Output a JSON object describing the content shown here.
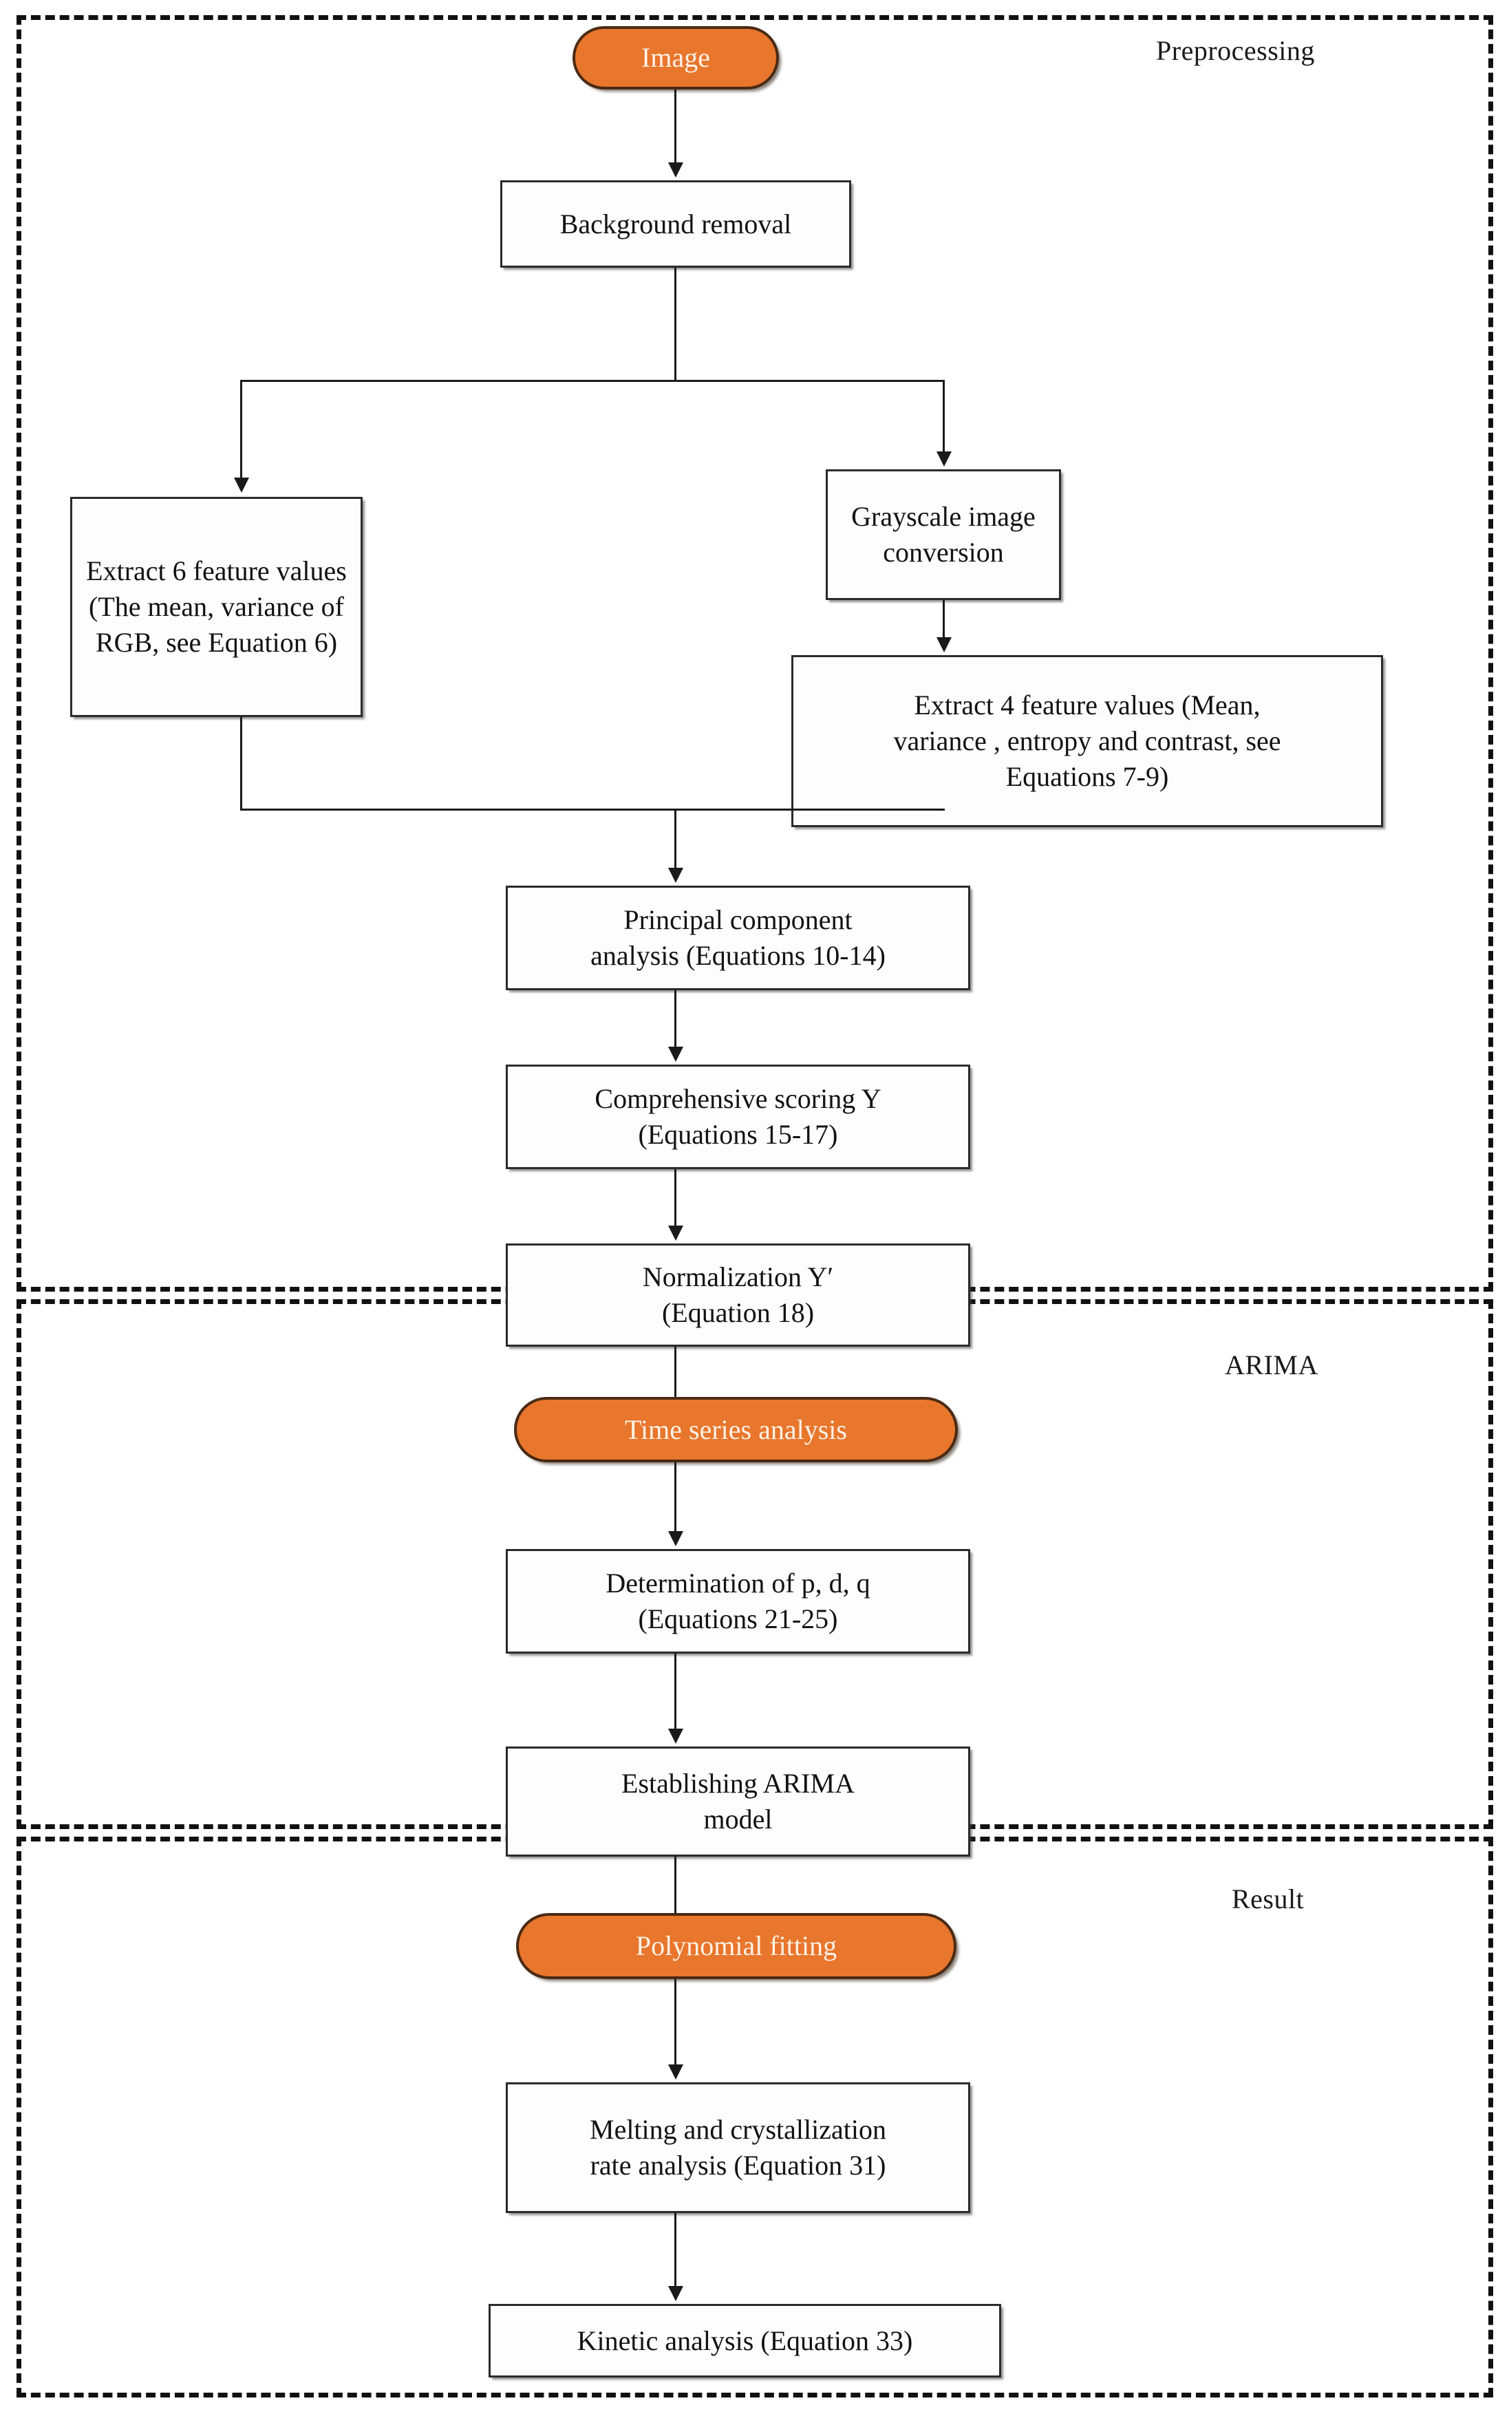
{
  "diagram": {
    "title": "Image analysis and ARIMA modeling workflow",
    "accent_color": "#E8762C",
    "line_color": "#1a1a1a",
    "box_fill": "#fdfdfd"
  },
  "sections": [
    {
      "id": "preprocessing",
      "label": "Preprocessing"
    },
    {
      "id": "arima",
      "label": "ARIMA"
    },
    {
      "id": "result",
      "label": "Result"
    }
  ],
  "nodes": {
    "image": {
      "label": "Image",
      "shape": "terminator"
    },
    "background_removal": {
      "label": "Background removal",
      "shape": "process"
    },
    "grayscale_conversion": {
      "label": "Grayscale image conversion",
      "shape": "process"
    },
    "extract6": {
      "label": "Extract 6 feature values (The mean, variance of RGB, see Equation 6)",
      "shape": "process"
    },
    "extract4": {
      "label": "Extract 4 feature values (Mean, variance , entropy and contrast, see Equations 7-9)",
      "shape": "process"
    },
    "pca": {
      "label": "Principal component analysis (Equations 10-14)",
      "shape": "process"
    },
    "comprehensive_scoring": {
      "label": "Comprehensive scoring Y (Equations 15-17)",
      "shape": "process"
    },
    "normalization": {
      "label": "Normalization Y′ (Equation 18)",
      "shape": "process"
    },
    "time_series": {
      "label": "Time series analysis",
      "shape": "terminator"
    },
    "determination_pdq": {
      "label": "Determination of p, d, q (Equations 21-25)",
      "shape": "process"
    },
    "establishing_arima": {
      "label": "Establishing ARIMA model",
      "shape": "process"
    },
    "polynomial_fitting": {
      "label": "Polynomial fitting",
      "shape": "terminator"
    },
    "melting_rate": {
      "label": "Melting and crystallization rate analysis (Equation 31)",
      "shape": "process"
    },
    "kinetic": {
      "label": "Kinetic analysis (Equation 33)",
      "shape": "process"
    }
  },
  "node_lines": {
    "image": [
      "Image"
    ],
    "background_removal": [
      "Background removal"
    ],
    "grayscale_conversion": [
      "Grayscale image",
      "conversion"
    ],
    "extract6": [
      "Extract 6 feature values",
      "(The mean, variance of",
      "RGB, see Equation 6)"
    ],
    "extract4": [
      "Extract 4 feature values (Mean,",
      "variance , entropy and contrast, see",
      "Equations 7-9)"
    ],
    "pca": [
      "Principal component",
      "analysis (Equations 10-14)"
    ],
    "comprehensive_scoring": [
      "Comprehensive scoring Y",
      "(Equations 15-17)"
    ],
    "normalization": [
      "Normalization Y′",
      "(Equation 18)"
    ],
    "time_series": [
      "Time series analysis"
    ],
    "determination_pdq": [
      "Determination of p, d, q",
      "(Equations 21-25)"
    ],
    "establishing_arima": [
      "Establishing ARIMA",
      "model"
    ],
    "polynomial_fitting": [
      "Polynomial fitting"
    ],
    "melting_rate": [
      "Melting and crystallization",
      "rate analysis (Equation 31)"
    ],
    "kinetic": [
      "Kinetic analysis (Equation 33)"
    ]
  }
}
